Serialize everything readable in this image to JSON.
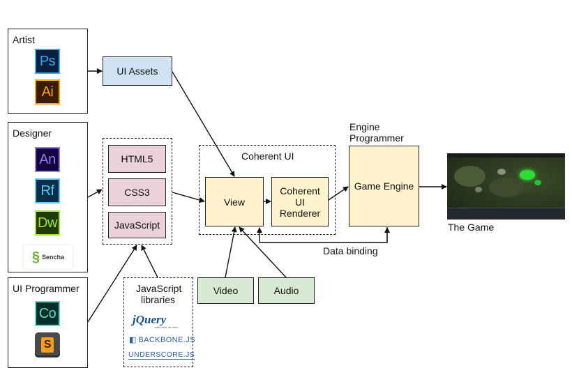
{
  "artist": {
    "label": "Artist",
    "icons": {
      "photoshop": "Ps",
      "illustrator": "Ai"
    }
  },
  "designer": {
    "label": "Designer",
    "icons": {
      "animate": "An",
      "reflow": "Rf",
      "dreamweaver": "Dw",
      "sencha": "Sencha"
    }
  },
  "ui_programmer": {
    "label": "UI Programmer",
    "icons": {
      "code": "Co",
      "sublime": "S"
    }
  },
  "ui_assets": {
    "label": "UI Assets"
  },
  "web_stack": {
    "html5": "HTML5",
    "css3": "CSS3",
    "javascript": "JavaScript"
  },
  "js_libraries": {
    "label_line1": "JavaScript",
    "label_line2": "libraries",
    "jquery": "jQuery",
    "jquery_tagline": "write less, do more.",
    "backbone": "BACKBONE.JS",
    "underscore": "UNDERSCORE.JS"
  },
  "coherent_ui": {
    "label": "Coherent UI",
    "view": "View",
    "renderer_line1": "Coherent",
    "renderer_line2": "UI",
    "renderer_line3": "Renderer"
  },
  "engine_programmer": {
    "label_line1": "Engine",
    "label_line2": "Programmer"
  },
  "game_engine": {
    "label": "Game Engine"
  },
  "the_game": {
    "label": "The Game"
  },
  "media": {
    "video": "Video",
    "audio": "Audio"
  },
  "data_binding": {
    "label": "Data binding"
  },
  "colors": {
    "assets": "#cfe2f3",
    "web": "#ead1dc",
    "coherent": "#fff2cc",
    "media": "#d9ead3"
  }
}
